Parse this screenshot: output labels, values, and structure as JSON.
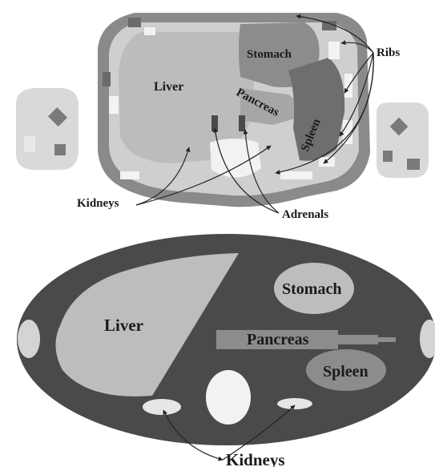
{
  "top_panel": {
    "labels": {
      "liver": "Liver",
      "stomach": "Stomach",
      "pancreas": "Pancreas",
      "spleen": "Spleen",
      "ribs": "Ribs",
      "kidneys": "Kidneys",
      "adrenals": "Adrenals"
    }
  },
  "bottom_panel": {
    "labels": {
      "liver": "Liver",
      "stomach": "Stomach",
      "pancreas": "Pancreas",
      "spleen": "Spleen",
      "kidneys": "Kidneys"
    }
  },
  "colors": {
    "dark_tissue": "#4a4a4a",
    "mid_tissue": "#7a7a7a",
    "light_organ": "#bdbdbd",
    "pale_organ": "#d4d4d4",
    "bone": "#eeeeee",
    "background": "#ffffff",
    "line": "#222222"
  }
}
